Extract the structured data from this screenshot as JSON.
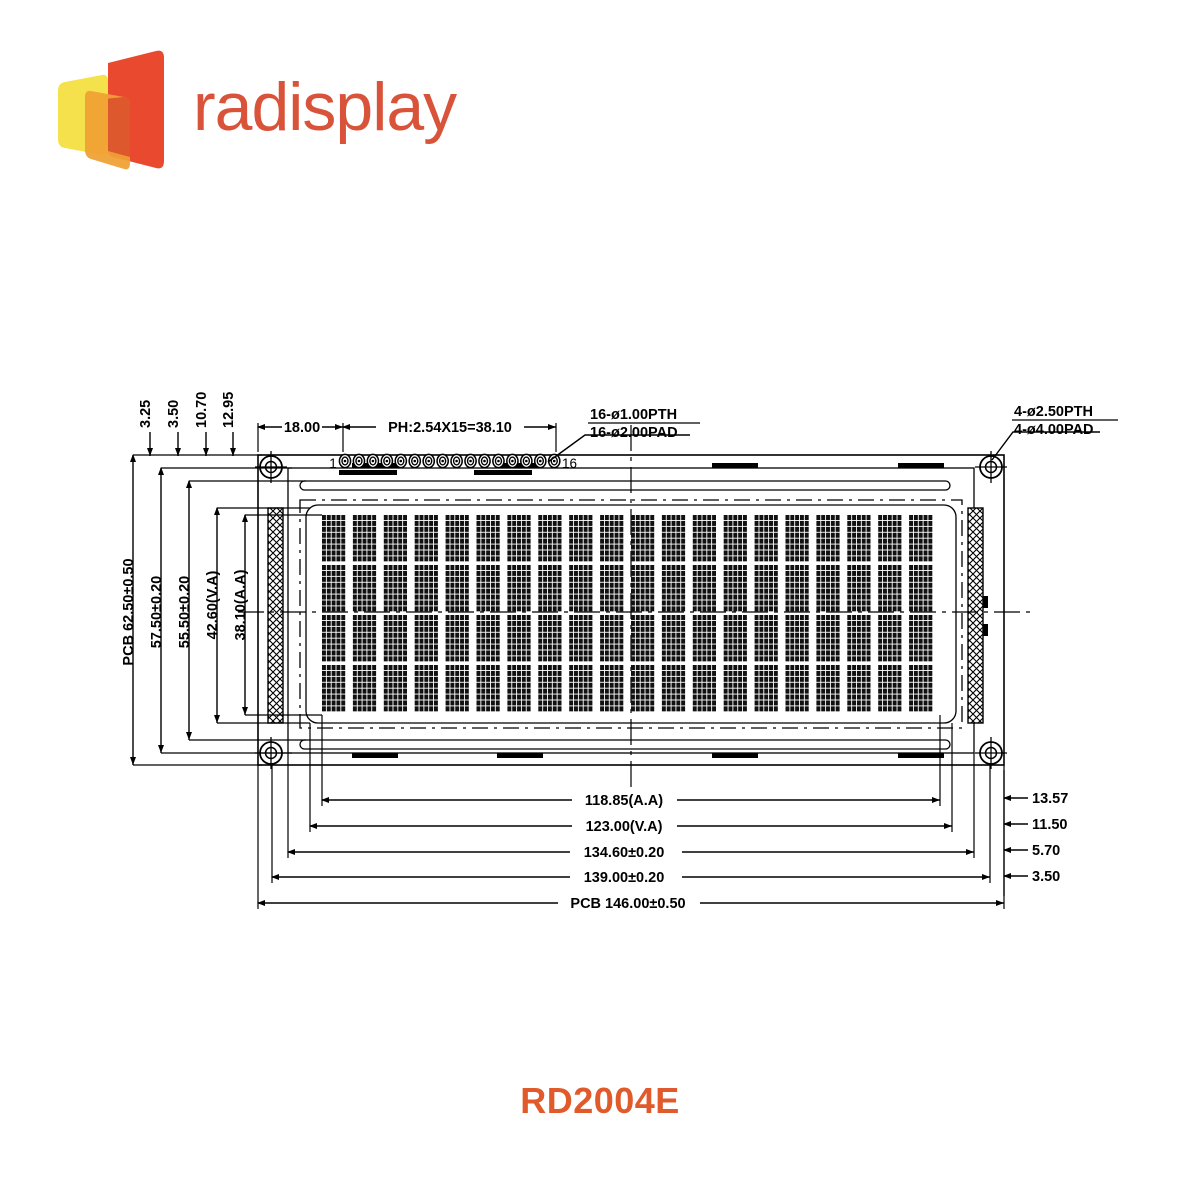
{
  "brand": {
    "name": "radisplay",
    "wordmark_color": "#d9533a",
    "mark_colors": {
      "yellow": "#f5e14b",
      "orange": "#efa033",
      "red": "#e8492f",
      "red_dark": "#d9452b"
    }
  },
  "model": {
    "label": "RD2004E",
    "color": "#e05a2b"
  },
  "drawing": {
    "line_color": "#000000",
    "module_type": "20x4 character LCD outline drawing",
    "top_dimensions": [
      {
        "name": "pin-offset",
        "value": "18.00"
      },
      {
        "name": "pin-pitch",
        "value": "PH:2.54X15=38.10"
      }
    ],
    "top_left_ticks": [
      "3.25",
      "3.50",
      "10.70",
      "12.95"
    ],
    "callouts": [
      {
        "name": "pin-hole-callout",
        "line1": "16-ø1.00PTH",
        "line2": "16-ø2.00PAD"
      },
      {
        "name": "mount-hole-callout",
        "line1": "4-ø2.50PTH",
        "line2": "4-ø4.00PAD"
      }
    ],
    "left_dimensions": [
      "PCB  62.50±0.50",
      "57.50±0.20",
      "55.50±0.20",
      "42.60(V.A)",
      "38.10(A.A)"
    ],
    "bottom_dimensions": [
      "118.85(A.A)",
      "123.00(V.A)",
      "134.60±0.20",
      "139.00±0.20",
      "PCB  146.00±0.50"
    ],
    "right_dimensions": [
      "13.57",
      "11.50",
      "5.70",
      "3.50"
    ],
    "pin_labels": {
      "first": "1",
      "last": "16"
    },
    "display": {
      "columns": 20,
      "rows": 4,
      "dot_cols_per_char": 5,
      "dot_rows_per_char": 8
    }
  }
}
